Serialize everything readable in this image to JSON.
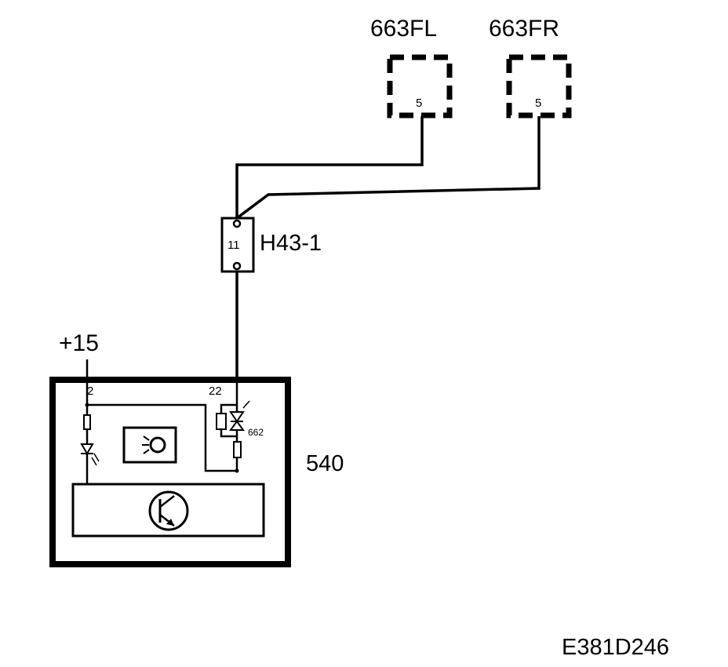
{
  "connectors": {
    "fl": {
      "label": "663FL",
      "pin": "5"
    },
    "fr": {
      "label": "663FR",
      "pin": "5"
    }
  },
  "splice": {
    "label": "H43-1",
    "pin": "11"
  },
  "supply": {
    "label": "+15"
  },
  "module": {
    "label": "540",
    "pin_left": "2",
    "pin_right": "22",
    "diode_label": "662"
  },
  "figure_code": "E381D246"
}
